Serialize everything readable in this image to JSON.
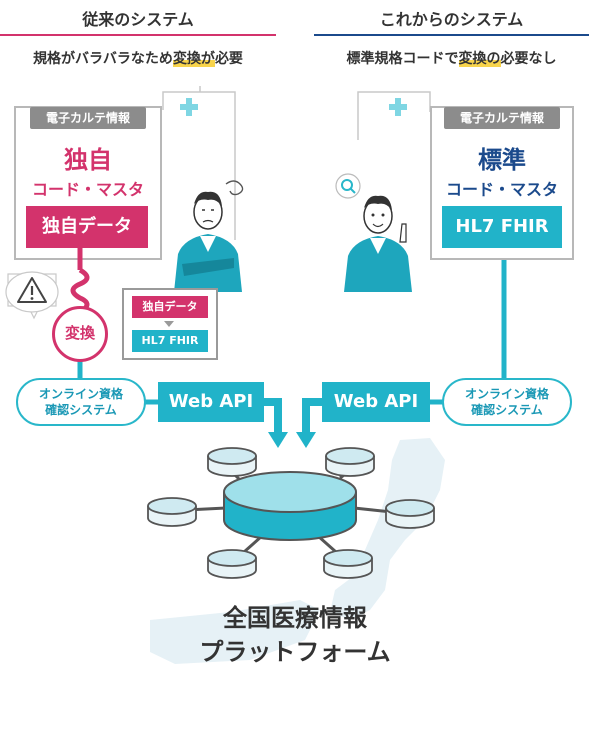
{
  "left": {
    "heading": "従来のシステム",
    "subtitle_pre": "規格がバラバラなため",
    "subtitle_hl": "変換が",
    "subtitle_post": "必要",
    "card_tag": "電子カルテ情報",
    "big_1": "独自",
    "big_2": "コード・マスタ",
    "data_box": "独自データ",
    "convert_label": "変換",
    "mini_top": "独自データ",
    "mini_bottom": "HL7 FHIR",
    "pill_l1": "オンライン資格",
    "pill_l2": "確認システム",
    "api": "Web API"
  },
  "right": {
    "heading": "これからのシステム",
    "subtitle_pre": "標準規格コードで",
    "subtitle_hl": "変換の",
    "subtitle_post": "必要なし",
    "card_tag": "電子カルテ情報",
    "big_1": "標準",
    "big_2": "コード・マスタ",
    "data_box": "HL7 FHIR",
    "pill_l1": "オンライン資格",
    "pill_l2": "確認システム",
    "api": "Web API"
  },
  "platform": {
    "line1": "全国医療情報",
    "line2": "プラットフォーム"
  },
  "colors": {
    "magenta": "#d3336c",
    "teal": "#21b3c9",
    "navy": "#1b4a8c",
    "yellow": "#f8d44c",
    "grey": "#8c8c8c"
  },
  "icons": [
    "warning-icon",
    "cross-icon",
    "magnifier-icon",
    "confused-swirl-icon",
    "arrow-down-icon"
  ]
}
